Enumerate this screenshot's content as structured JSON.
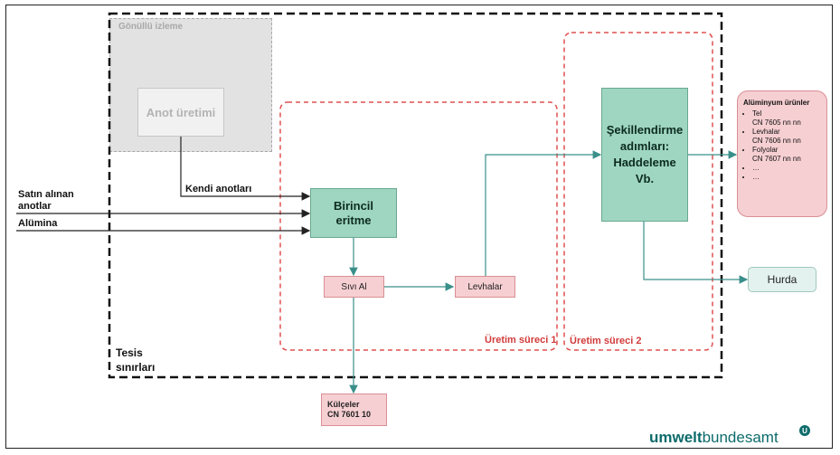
{
  "colors": {
    "green_fill": "#9fd6c1",
    "pink_fill": "#f6cfd2",
    "red_dash": "#e05050",
    "teal_line": "#3a8f8a",
    "logo_teal": "#0d6b6b"
  },
  "zones": {
    "voluntary": "Gönüllü izleme",
    "facility": "Tesis sınırları",
    "process1": "Üretim süreci 1",
    "process2": "Üretim süreci 2"
  },
  "nodes": {
    "anode_production": "Anot üretimi",
    "primary_melting": "Birincil eritme",
    "liquid_al": "Sıvı Al",
    "sheets": "Levhalar",
    "shaping": "Şekillendirme adımları: Haddeleme Vb.",
    "ingots": "Külçeler\nCN 7601 10",
    "scrap": "Hurda"
  },
  "inputs": {
    "own_anodes": "Kendi anotları",
    "purchased_anodes_1": "Satın alınan",
    "purchased_anodes_2": "anotlar",
    "alumina": "Alümina"
  },
  "products": {
    "title": "Alüminyum ürünler",
    "items": [
      {
        "name": "Tel",
        "code": "CN 7605 nn nn"
      },
      {
        "name": "Levhalar",
        "code": "CN 7606 nn nn"
      },
      {
        "name": "Folyolar",
        "code": "CN 7607 nn nn"
      },
      {
        "name": "…",
        "code": ""
      },
      {
        "name": "…",
        "code": ""
      }
    ]
  },
  "logo": {
    "part1": "umwelt",
    "part2": "bundesamt",
    "mark": "U"
  }
}
